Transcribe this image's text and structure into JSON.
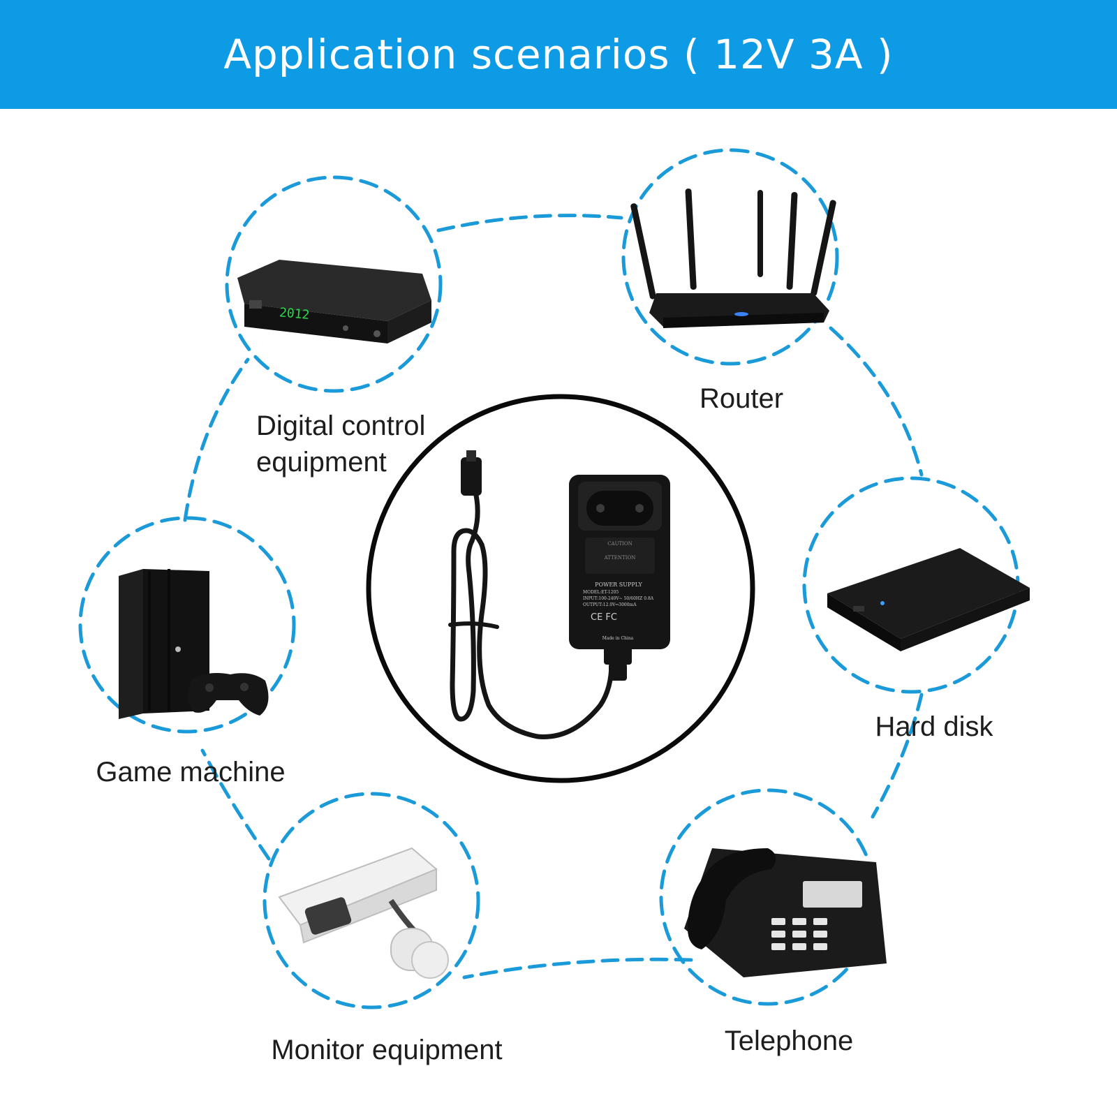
{
  "banner": {
    "title": "Application scenarios ( 12V 3A )",
    "color": "#0d9be6"
  },
  "colors": {
    "dash": "#1a9ad8",
    "center_ring": "#0a0a0a",
    "device": "#151515"
  },
  "center": {
    "product": "power-adapter",
    "adapter_label": {
      "caution": "CAUTION",
      "attention": "ATTENTION",
      "name": "POWER SUPPLY",
      "model": "MODEL:ET-1205",
      "input": "INPUT:100-240V~ 50/60HZ 0.8A",
      "output": "OUTPUT:12.0V⎓3000mA",
      "marks": "CE FC",
      "origin": "Made in China"
    }
  },
  "scenarios": [
    {
      "label_line1": "Digital control",
      "label_line2": "equipment",
      "icon": "set-top-box-icon",
      "display": "2012"
    },
    {
      "label_line1": "Router",
      "icon": "router-icon"
    },
    {
      "label_line1": "Hard disk",
      "icon": "hard-disk-icon"
    },
    {
      "label_line1": "Telephone",
      "icon": "telephone-icon"
    },
    {
      "label_line1": "Monitor equipment",
      "icon": "security-camera-icon"
    },
    {
      "label_line1": "Game machine",
      "icon": "game-console-icon"
    }
  ]
}
